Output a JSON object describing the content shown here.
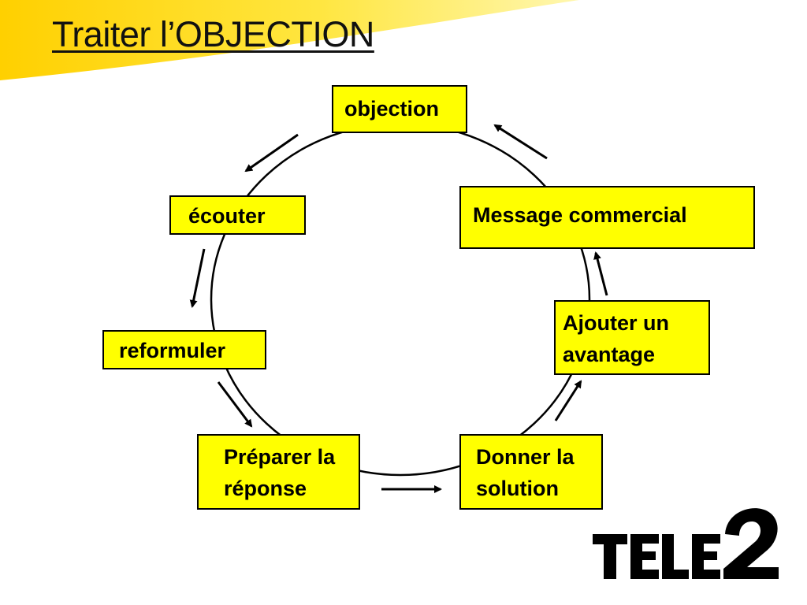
{
  "slide": {
    "title": "Traiter l’OBJECTION",
    "logo_text": "TELE2"
  },
  "diagram": {
    "type": "cycle",
    "direction": "counter-clockwise",
    "boxes": [
      {
        "id": "objection",
        "lines": [
          "objection"
        ]
      },
      {
        "id": "ecouter",
        "lines": [
          "écouter"
        ]
      },
      {
        "id": "reformuler",
        "lines": [
          "reformuler"
        ]
      },
      {
        "id": "preparer",
        "lines": [
          "Préparer la",
          "réponse"
        ]
      },
      {
        "id": "donner",
        "lines": [
          "Donner la",
          "solution"
        ]
      },
      {
        "id": "ajouter",
        "lines": [
          "Ajouter un",
          "avantage"
        ]
      },
      {
        "id": "message",
        "lines": [
          "Message commercial"
        ]
      }
    ],
    "flow": [
      {
        "from": "objection",
        "to": "ecouter"
      },
      {
        "from": "ecouter",
        "to": "reformuler"
      },
      {
        "from": "reformuler",
        "to": "preparer"
      },
      {
        "from": "preparer",
        "to": "donner"
      },
      {
        "from": "donner",
        "to": "ajouter"
      },
      {
        "from": "ajouter",
        "to": "message"
      },
      {
        "from": "message",
        "to": "objection"
      }
    ]
  },
  "colors": {
    "banner": "#ffd700",
    "box_fill": "#ffff00",
    "box_border": "#000000",
    "text": "#000000",
    "logo": "#000000"
  }
}
